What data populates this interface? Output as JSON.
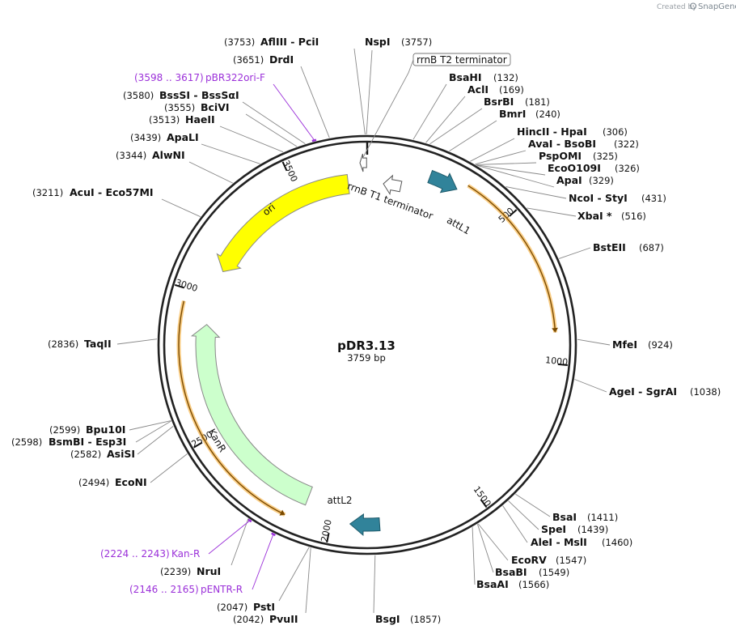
{
  "plasmid": {
    "name": "pDR3.13",
    "length_label": "3759 bp",
    "total_bp": 3759
  },
  "credit": {
    "prefix": "Created by",
    "brand": "SnapGene"
  },
  "tick_labels": [
    {
      "bp": 500,
      "text": "500"
    },
    {
      "bp": 1000,
      "text": "1000"
    },
    {
      "bp": 1500,
      "text": "1500"
    },
    {
      "bp": 2000,
      "text": "2000"
    },
    {
      "bp": 2500,
      "text": "2500"
    },
    {
      "bp": 3000,
      "text": "3000"
    },
    {
      "bp": 3500,
      "text": "3500"
    }
  ],
  "features": [
    {
      "id": "ori",
      "label": "ori",
      "color": "#ffff00",
      "stroke": "#888888",
      "start": 3100,
      "end": 3689,
      "strand": "reverse"
    },
    {
      "id": "kanr",
      "label": "KanR",
      "color": "#ccffcc",
      "stroke": "#888888",
      "start": 2100,
      "end": 2895,
      "strand": "forward"
    },
    {
      "id": "rrnb-t1",
      "label": "rrnB T1 terminator",
      "color": "#ffffff",
      "stroke": "#555555",
      "start": 60,
      "end": 125,
      "strand": "reverse"
    },
    {
      "id": "rrnb-t2",
      "label": "rrnB T2 terminator",
      "color": "#ffffff",
      "stroke": "#555555",
      "start": 3735,
      "end": 3757,
      "strand": "reverse"
    },
    {
      "id": "attl1",
      "label": "attL1",
      "color": "#31839a",
      "stroke": "#1f5a6a",
      "start": 214,
      "end": 313,
      "strand": "forward"
    },
    {
      "id": "attl2",
      "label": "attL2",
      "color": "#31839a",
      "stroke": "#1f5a6a",
      "start": 1838,
      "end": 1937,
      "strand": "forward"
    }
  ],
  "orfs": [
    {
      "start": 338,
      "end": 900,
      "color": "#f5a623"
    },
    {
      "start": 2150,
      "end": 2960,
      "color": "#f5a623"
    }
  ],
  "primers": [
    {
      "range": "(3598 .. 3617)",
      "name": "pBR322ori-F",
      "bp": 3607
    },
    {
      "range": "(2224 .. 2243)",
      "name": "Kan-R",
      "bp": 2233
    },
    {
      "range": "(2146 .. 2165)",
      "name": "pENTR-R",
      "bp": 2155
    }
  ],
  "sites_left": [
    {
      "pos": "(3753)",
      "name": "AflIII  -  PciI",
      "bp": 3753
    },
    {
      "pos": "(3651)",
      "name": "DrdI",
      "bp": 3651
    },
    {
      "pos": "(3580)",
      "name": "BssSI  -  BssSαI",
      "bp": 3580
    },
    {
      "pos": "(3555)",
      "name": "BciVI",
      "bp": 3555
    },
    {
      "pos": "(3513)",
      "name": "HaeII",
      "bp": 3513
    },
    {
      "pos": "(3439)",
      "name": "ApaLI",
      "bp": 3439
    },
    {
      "pos": "(3344)",
      "name": "AlwNI",
      "bp": 3344
    },
    {
      "pos": "(3211)",
      "name": "AcuI  -  Eco57MI",
      "bp": 3211
    },
    {
      "pos": "(2836)",
      "name": "TaqII",
      "bp": 2836
    },
    {
      "pos": "(2599)",
      "name": "Bpu10I",
      "bp": 2599
    },
    {
      "pos": "(2598)",
      "name": "BsmBI  -  Esp3I",
      "bp": 2598
    },
    {
      "pos": "(2582)",
      "name": "AsiSI",
      "bp": 2582
    },
    {
      "pos": "(2494)",
      "name": "EcoNI",
      "bp": 2494
    },
    {
      "pos": "(2239)",
      "name": "NruI",
      "bp": 2239
    },
    {
      "pos": "(2047)",
      "name": "PstI",
      "bp": 2047
    },
    {
      "pos": "(2042)",
      "name": "PvuII",
      "bp": 2042
    }
  ],
  "sites_right": [
    {
      "name": "NspI",
      "pos": "(3757)",
      "bp": 3757
    },
    {
      "name": "BsaHI",
      "pos": "(132)",
      "bp": 132
    },
    {
      "name": "AclI",
      "pos": "(169)",
      "bp": 169
    },
    {
      "name": "BsrBI",
      "pos": "(181)",
      "bp": 181
    },
    {
      "name": "BmrI",
      "pos": "(240)",
      "bp": 240
    },
    {
      "name": "HincII  -  HpaI",
      "pos": "(306)",
      "bp": 306
    },
    {
      "name": "AvaI  -  BsoBI",
      "pos": "(322)",
      "bp": 322
    },
    {
      "name": "PspOMI",
      "pos": "(325)",
      "bp": 325
    },
    {
      "name": "EcoO109I",
      "pos": "(326)",
      "bp": 326
    },
    {
      "name": "ApaI",
      "pos": "(329)",
      "bp": 329
    },
    {
      "name": "NcoI  -  StyI",
      "pos": "(431)",
      "bp": 431
    },
    {
      "name": "XbaI *",
      "pos": "(516)",
      "bp": 516
    },
    {
      "name": "BstEII",
      "pos": "(687)",
      "bp": 687
    },
    {
      "name": "MfeI",
      "pos": "(924)",
      "bp": 924
    },
    {
      "name": "AgeI  -  SgrAI",
      "pos": "(1038)",
      "bp": 1038
    },
    {
      "name": "BsaI",
      "pos": "(1411)",
      "bp": 1411
    },
    {
      "name": "SpeI",
      "pos": "(1439)",
      "bp": 1439
    },
    {
      "name": "AleI  -  MslI",
      "pos": "(1460)",
      "bp": 1460
    },
    {
      "name": "EcoRV",
      "pos": "(1547)",
      "bp": 1547
    },
    {
      "name": "BsaBI",
      "pos": "(1549)",
      "bp": 1549
    },
    {
      "name": "BsaAI",
      "pos": "(1566)",
      "bp": 1566
    },
    {
      "name": "BsgI",
      "pos": "(1857)",
      "bp": 1857
    }
  ]
}
